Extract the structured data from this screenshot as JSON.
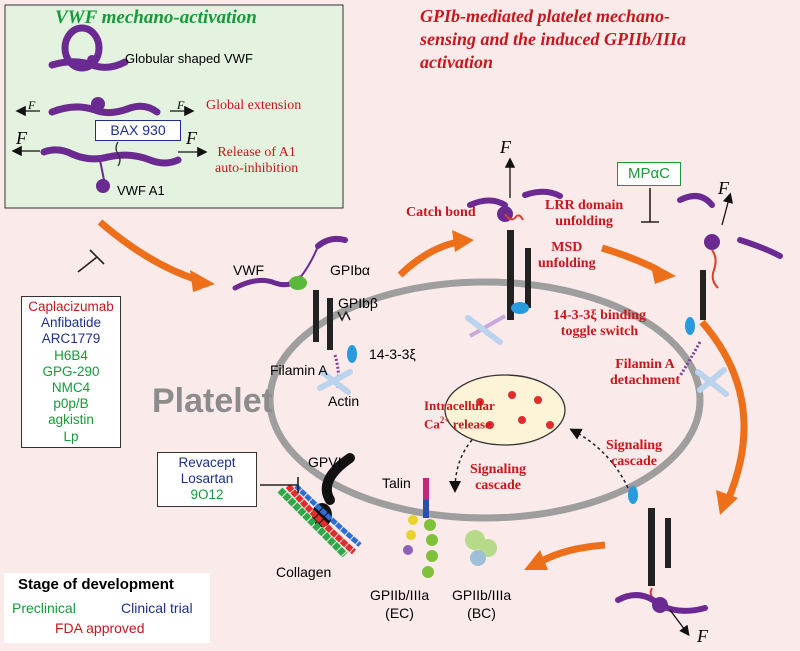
{
  "panel": {
    "title": "VWF mechano-activation",
    "globular_label": "Globular shaped VWF",
    "global_extension": "Global extension",
    "release_line1": "Release of A1",
    "release_line2": "auto-inhibition",
    "vwf_a1": "VWF A1",
    "bax": "BAX 930",
    "force": "F"
  },
  "main_title": {
    "line1": "GPIb-mediated platelet mechano-",
    "line2": "sensing and the induced GPIIb/IIIa",
    "line3": "activation"
  },
  "labels": {
    "vwf": "VWF",
    "gpiba": "GPIbα",
    "gpibb": "GPIbβ",
    "protein1433": "14-3-3ξ",
    "filamin": "Filamin A",
    "actin": "Actin",
    "platelet": "Platelet",
    "catch_bond": "Catch bond",
    "lrr1": "LRR domain",
    "lrr2": "unfolding",
    "msd1": "MSD",
    "msd2": "unfolding",
    "mpac": "MPαC",
    "toggle1": "14-3-3ξ binding",
    "toggle2": "toggle switch",
    "filamin_det1": "Filamin A",
    "filamin_det2": "detachment",
    "ca_line1": "Intracellular",
    "ca_line2a": "Ca",
    "ca_sup": "2+",
    "ca_line2b": " release",
    "signaling_right1": "Signaling",
    "signaling_right2": "cascade",
    "signaling_left1": "Signaling",
    "signaling_left2": "cascade",
    "talin": "Talin",
    "gpvi": "GPVI",
    "collagen": "Collagen",
    "ec1": "GPIIb/IIIa",
    "ec2": "(EC)",
    "bc1": "GPIIb/IIIa",
    "bc2": "(BC)"
  },
  "drugs_gpib": [
    {
      "name": "Caplacizumab",
      "stage": "fda"
    },
    {
      "name": "Anfibatide",
      "stage": "clinical"
    },
    {
      "name": "ARC1779",
      "stage": "clinical"
    },
    {
      "name": "H6B4",
      "stage": "preclinical"
    },
    {
      "name": "GPG-290",
      "stage": "preclinical"
    },
    {
      "name": "NMC4",
      "stage": "preclinical"
    },
    {
      "name": "p0p/B",
      "stage": "preclinical"
    },
    {
      "name": "agkistin",
      "stage": "preclinical"
    },
    {
      "name": "Lp",
      "stage": "preclinical"
    }
  ],
  "drugs_gpvi": [
    {
      "name": "Revacept",
      "stage": "clinical"
    },
    {
      "name": "Losartan",
      "stage": "clinical"
    },
    {
      "name": "9O12",
      "stage": "preclinical"
    }
  ],
  "legend": {
    "title": "Stage of development",
    "preclinical": "Preclinical",
    "clinical": "Clinical trial",
    "fda": "FDA approved"
  },
  "colors": {
    "background": "#fbeaea",
    "panel_bg": "#e3f3df",
    "vwf_purple": "#6b2a91",
    "arrow_orange": "#ee6f1a",
    "membrane_gray": "#9e9e9e",
    "fda": "#c8161d",
    "clinical": "#1c2f8c",
    "preclinical": "#169a3a"
  }
}
